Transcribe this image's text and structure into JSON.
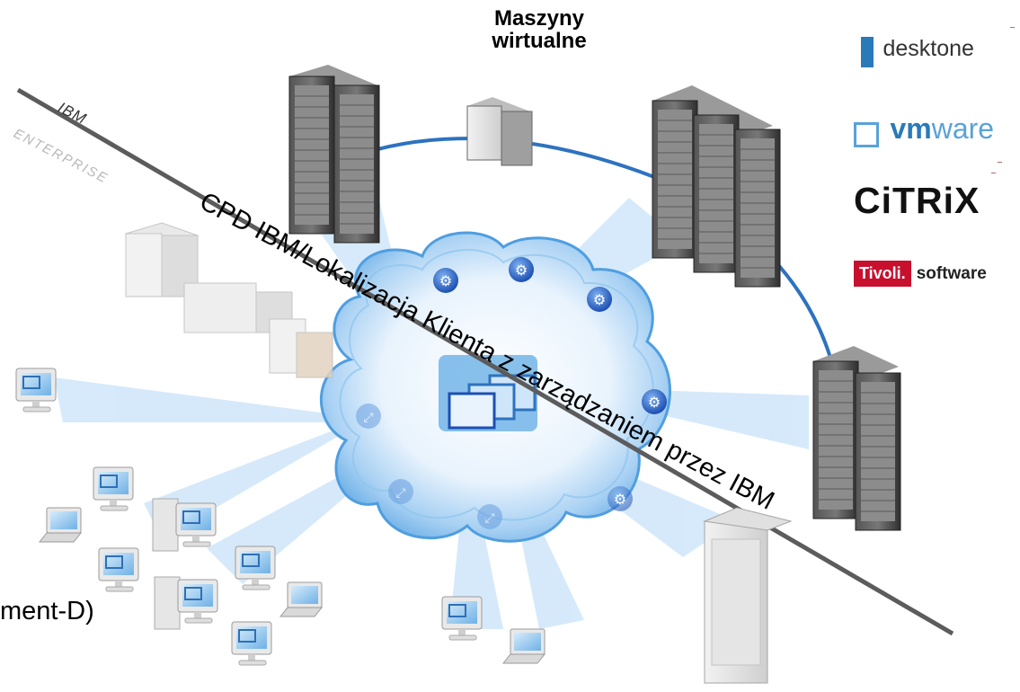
{
  "title_line1": "Maszyny",
  "title_line2": "wirtualne",
  "boundary": {
    "upper": "IBM",
    "lower": "ENTERPRISE",
    "caption": "CPD IBM/Lokalizacja Klienta z zarządzaniem przez IBM"
  },
  "partial_text": "ment-D)",
  "logos": {
    "desktone": "desktone",
    "vmware_a": "vm",
    "vmware_b": "ware",
    "citrix": "CiTRiX",
    "tivoli_box": "Tivoli.",
    "tivoli_rest": "software"
  },
  "colors": {
    "ring": "#2e72c0",
    "cloud": "#6ab0e6",
    "beam": "#cfe6fa",
    "server_dark": "#3c3c3c",
    "tivoli_red": "#c8102e"
  },
  "icons": {
    "cloud_center": "virtual-desktops-icon",
    "gear": "gear-icon",
    "expand": "expand-arrows-icon"
  }
}
